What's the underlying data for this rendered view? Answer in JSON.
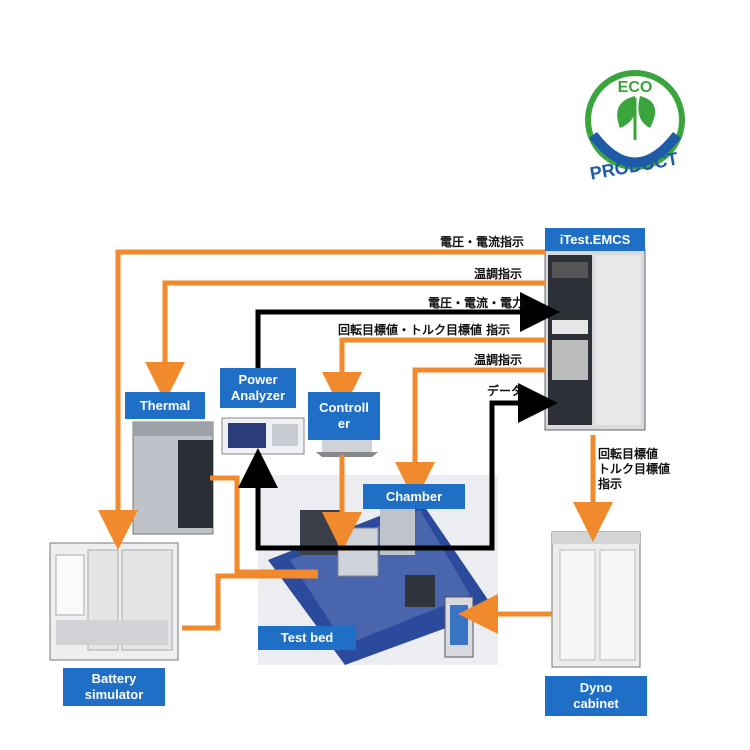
{
  "logo": {
    "top_text": "ECO",
    "bottom_text": "PRODUCT",
    "colors": {
      "green": "#3aa53c",
      "blue": "#1e5aa8"
    }
  },
  "nodes": {
    "emcs": "iTest.EMCS",
    "thermal": "Thermal",
    "power_analyzer_line1": "Power",
    "power_analyzer_line2": "Analyzer",
    "controller_line1": "Controll",
    "controller_line2": "er",
    "chamber": "Chamber",
    "test_bed": "Test bed",
    "battery_line1": "Battery",
    "battery_line2": "simulator",
    "dyno_line1": "Dyno",
    "dyno_line2": "cabinet"
  },
  "signals": {
    "voltage_current_cmd": "電圧・電流指示",
    "temp_cmd_1": "温調指示",
    "voltage_current_power": "電圧・電流・電力",
    "speed_torque_cmd": "回転目標値・トルク目標値 指示",
    "temp_cmd_2": "温調指示",
    "data": "データ",
    "dyno_line1": "回転目標値",
    "dyno_line2": "トルク目標値",
    "dyno_line3": "指示"
  },
  "colors": {
    "orange_wire": "#f08a2c",
    "black_wire": "#000000",
    "label_blue": "#1f6fc6"
  }
}
